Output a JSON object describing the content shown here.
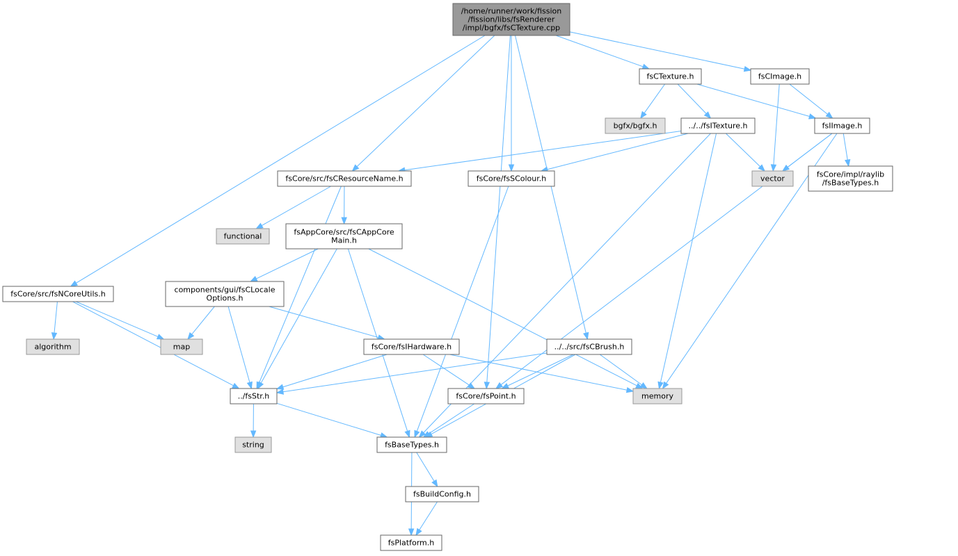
{
  "graph": {
    "colors": {
      "edge": "#63b8ff",
      "root_fill": "#999999",
      "local_fill": "#ffffff",
      "system_fill": "#e0e0e0",
      "border": "#666666"
    },
    "nodes": [
      {
        "id": "root",
        "kind": "root",
        "lines": [
          "/home/runner/work/fission",
          "/fission/libs/fsRenderer",
          "/impl/bgfx/fsCTexture.cpp"
        ]
      },
      {
        "id": "fsCTexture_h",
        "kind": "local",
        "lines": [
          "fsCTexture.h"
        ]
      },
      {
        "id": "fsCImage_h",
        "kind": "local",
        "lines": [
          "fsCImage.h"
        ]
      },
      {
        "id": "bgfx_h",
        "kind": "system",
        "lines": [
          "bgfx/bgfx.h"
        ]
      },
      {
        "id": "fsITexture_h",
        "kind": "local",
        "lines": [
          "../../fsITexture.h"
        ]
      },
      {
        "id": "fsIImage_h",
        "kind": "local",
        "lines": [
          "fsIImage.h"
        ]
      },
      {
        "id": "fsCResourceName_h",
        "kind": "local",
        "lines": [
          "fsCore/src/fsCResourceName.h"
        ]
      },
      {
        "id": "fsSColour_h",
        "kind": "local",
        "lines": [
          "fsCore/fsSColour.h"
        ]
      },
      {
        "id": "vector",
        "kind": "system",
        "lines": [
          "vector"
        ]
      },
      {
        "id": "raylib_fsBaseTypes_h",
        "kind": "local",
        "lines": [
          "fsCore/impl/raylib",
          "/fsBaseTypes.h"
        ]
      },
      {
        "id": "functional",
        "kind": "system",
        "lines": [
          "functional"
        ]
      },
      {
        "id": "fsCAppCoreMain_h",
        "kind": "local",
        "lines": [
          "fsAppCore/src/fsCAppCore",
          "Main.h"
        ]
      },
      {
        "id": "fsNCoreUtils_h",
        "kind": "local",
        "lines": [
          "fsCore/src/fsNCoreUtils.h"
        ]
      },
      {
        "id": "fsCLocaleOptions_h",
        "kind": "local",
        "lines": [
          "components/gui/fsCLocale",
          "Options.h"
        ]
      },
      {
        "id": "algorithm",
        "kind": "system",
        "lines": [
          "algorithm"
        ]
      },
      {
        "id": "map",
        "kind": "system",
        "lines": [
          "map"
        ]
      },
      {
        "id": "fsIHardware_h",
        "kind": "local",
        "lines": [
          "fsCore/fsIHardware.h"
        ]
      },
      {
        "id": "fsCBrush_h",
        "kind": "local",
        "lines": [
          "../../src/fsCBrush.h"
        ]
      },
      {
        "id": "memory",
        "kind": "system",
        "lines": [
          "memory"
        ]
      },
      {
        "id": "fsStr_h",
        "kind": "local",
        "lines": [
          "../fsStr.h"
        ]
      },
      {
        "id": "fsPoint_h",
        "kind": "local",
        "lines": [
          "fsCore/fsPoint.h"
        ]
      },
      {
        "id": "string",
        "kind": "system",
        "lines": [
          "string"
        ]
      },
      {
        "id": "fsBaseTypes_h",
        "kind": "local",
        "lines": [
          "fsBaseTypes.h"
        ]
      },
      {
        "id": "fsBuildConfig_h",
        "kind": "local",
        "lines": [
          "fsBuildConfig.h"
        ]
      },
      {
        "id": "fsPlatform_h",
        "kind": "local",
        "lines": [
          "fsPlatform.h"
        ]
      }
    ],
    "edges": [
      [
        "root",
        "fsCTexture_h"
      ],
      [
        "root",
        "fsCImage_h"
      ],
      [
        "root",
        "fsNCoreUtils_h"
      ],
      [
        "root",
        "fsCResourceName_h"
      ],
      [
        "root",
        "fsSColour_h"
      ],
      [
        "root",
        "fsPoint_h"
      ],
      [
        "root",
        "fsCBrush_h"
      ],
      [
        "fsCTexture_h",
        "bgfx_h"
      ],
      [
        "fsCTexture_h",
        "fsITexture_h"
      ],
      [
        "fsCTexture_h",
        "fsIImage_h"
      ],
      [
        "fsCImage_h",
        "fsIImage_h"
      ],
      [
        "fsCImage_h",
        "vector"
      ],
      [
        "fsITexture_h",
        "fsCResourceName_h"
      ],
      [
        "fsITexture_h",
        "fsSColour_h"
      ],
      [
        "fsITexture_h",
        "vector"
      ],
      [
        "fsITexture_h",
        "memory"
      ],
      [
        "fsITexture_h",
        "fsBaseTypes_h"
      ],
      [
        "fsIImage_h",
        "vector"
      ],
      [
        "fsIImage_h",
        "raylib_fsBaseTypes_h"
      ],
      [
        "fsIImage_h",
        "fsPoint_h"
      ],
      [
        "fsIImage_h",
        "memory"
      ],
      [
        "fsCResourceName_h",
        "functional"
      ],
      [
        "fsCResourceName_h",
        "fsCAppCoreMain_h"
      ],
      [
        "fsCResourceName_h",
        "fsStr_h"
      ],
      [
        "fsSColour_h",
        "fsBaseTypes_h"
      ],
      [
        "fsCAppCoreMain_h",
        "fsCLocaleOptions_h"
      ],
      [
        "fsCAppCoreMain_h",
        "fsStr_h"
      ],
      [
        "fsCAppCoreMain_h",
        "fsBaseTypes_h"
      ],
      [
        "fsCAppCoreMain_h",
        "memory"
      ],
      [
        "fsNCoreUtils_h",
        "algorithm"
      ],
      [
        "fsNCoreUtils_h",
        "map"
      ],
      [
        "fsNCoreUtils_h",
        "fsStr_h"
      ],
      [
        "fsCLocaleOptions_h",
        "map"
      ],
      [
        "fsCLocaleOptions_h",
        "fsStr_h"
      ],
      [
        "fsCLocaleOptions_h",
        "fsIHardware_h"
      ],
      [
        "fsIHardware_h",
        "fsStr_h"
      ],
      [
        "fsIHardware_h",
        "fsPoint_h"
      ],
      [
        "fsIHardware_h",
        "memory"
      ],
      [
        "fsCBrush_h",
        "fsStr_h"
      ],
      [
        "fsCBrush_h",
        "fsPoint_h"
      ],
      [
        "fsCBrush_h",
        "memory"
      ],
      [
        "fsCBrush_h",
        "fsBaseTypes_h"
      ],
      [
        "fsStr_h",
        "string"
      ],
      [
        "fsStr_h",
        "fsBaseTypes_h"
      ],
      [
        "fsPoint_h",
        "fsBaseTypes_h"
      ],
      [
        "fsBaseTypes_h",
        "fsBuildConfig_h"
      ],
      [
        "fsBaseTypes_h",
        "fsPlatform_h"
      ],
      [
        "fsBuildConfig_h",
        "fsPlatform_h"
      ]
    ]
  }
}
